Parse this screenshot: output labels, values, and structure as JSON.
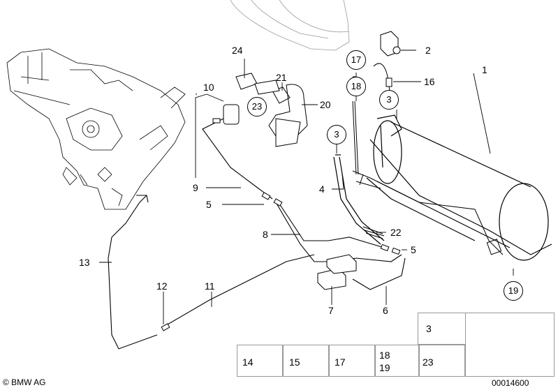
{
  "labels": {
    "l1": "1",
    "l2": "2",
    "l4": "4",
    "l5a": "5",
    "l5b": "5",
    "l6": "6",
    "l7": "7",
    "l8": "8",
    "l9": "9",
    "l10": "10",
    "l11": "11",
    "l12": "12",
    "l13": "13",
    "l16": "16",
    "l20": "20",
    "l21": "21",
    "l22": "22",
    "l24": "24"
  },
  "circles": {
    "c3a": "3",
    "c3b": "3",
    "c17": "17",
    "c18": "18",
    "c19": "19",
    "c23": "23"
  },
  "legend": {
    "l14": "14",
    "l15": "15",
    "l17": "17",
    "l18": "18",
    "l19": "19",
    "l23": "23",
    "l3": "3"
  },
  "footer": {
    "copyright": "© BMW AG",
    "part_number": "00014600"
  }
}
